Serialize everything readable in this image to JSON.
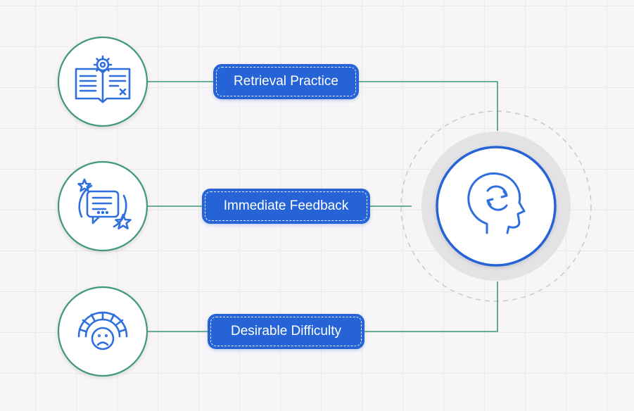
{
  "diagram": {
    "nodes": [
      {
        "id": "retrieval",
        "label": "Retrieval Practice",
        "icon": "book-gear-icon"
      },
      {
        "id": "feedback",
        "label": "Immediate Feedback",
        "icon": "chat-feedback-icon"
      },
      {
        "id": "difficulty",
        "label": "Desirable Difficulty",
        "icon": "difficulty-gauge-icon"
      }
    ],
    "center": {
      "icon": "brain-cycle-icon"
    },
    "colors": {
      "accent": "#2563d6",
      "connector": "#3f9a74",
      "node_border": "#3f9a74",
      "center_ring": "#e3e3e5",
      "dashed_ring": "#c9c9cc",
      "background": "#f7f5f7"
    }
  }
}
